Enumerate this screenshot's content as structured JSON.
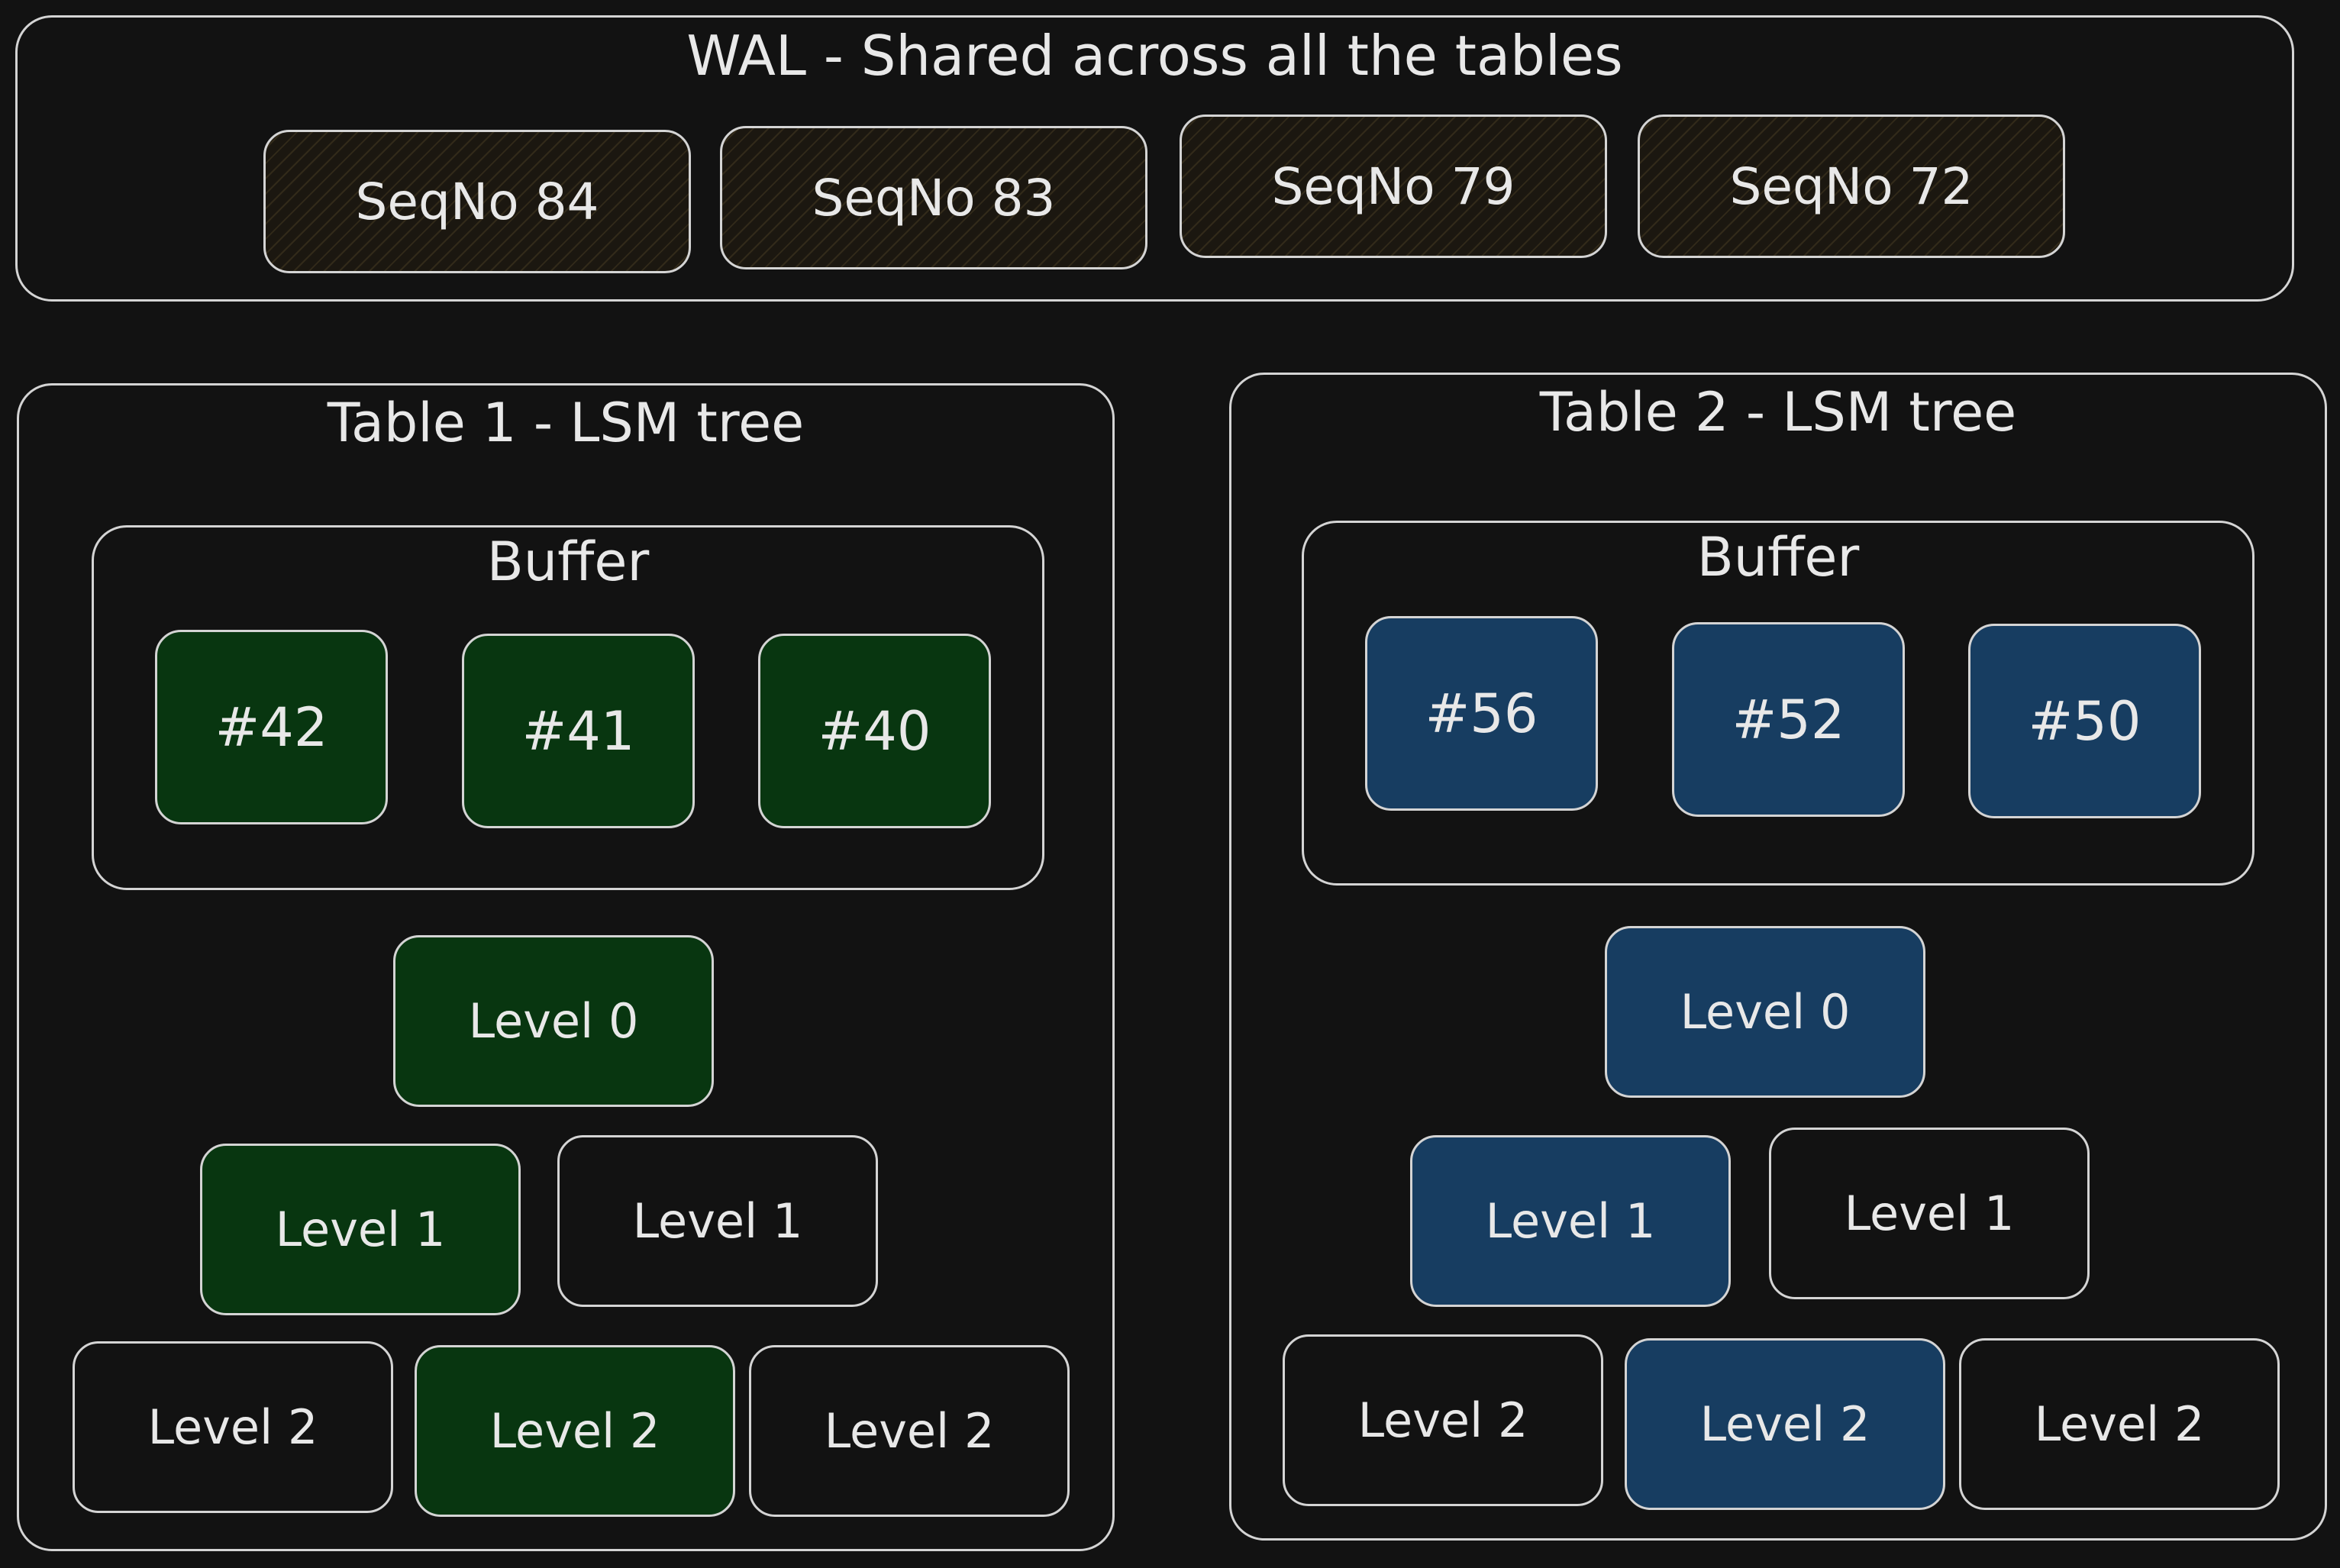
{
  "wal": {
    "title": "WAL - Shared across all the tables",
    "entries": [
      "SeqNo 84",
      "SeqNo 83",
      "SeqNo 79",
      "SeqNo 72"
    ]
  },
  "table1": {
    "title": "Table 1 - LSM tree",
    "buffer_title": "Buffer",
    "buffer_items": [
      "#42",
      "#41",
      "#40"
    ],
    "level0": "Level 0",
    "level1": [
      "Level 1",
      "Level 1"
    ],
    "level2": [
      "Level 2",
      "Level 2",
      "Level 2"
    ]
  },
  "table2": {
    "title": "Table 2 - LSM tree",
    "buffer_title": "Buffer",
    "buffer_items": [
      "#56",
      "#52",
      "#50"
    ],
    "level0": "Level 0",
    "level1": [
      "Level 1",
      "Level 1"
    ],
    "level2": [
      "Level 2",
      "Level 2",
      "Level 2"
    ]
  },
  "colors": {
    "background": "#121212",
    "stroke": "#d4d4d4",
    "table1_fill": "#083610",
    "table2_fill": "#173d61",
    "wal_fill": "#1b1710"
  }
}
